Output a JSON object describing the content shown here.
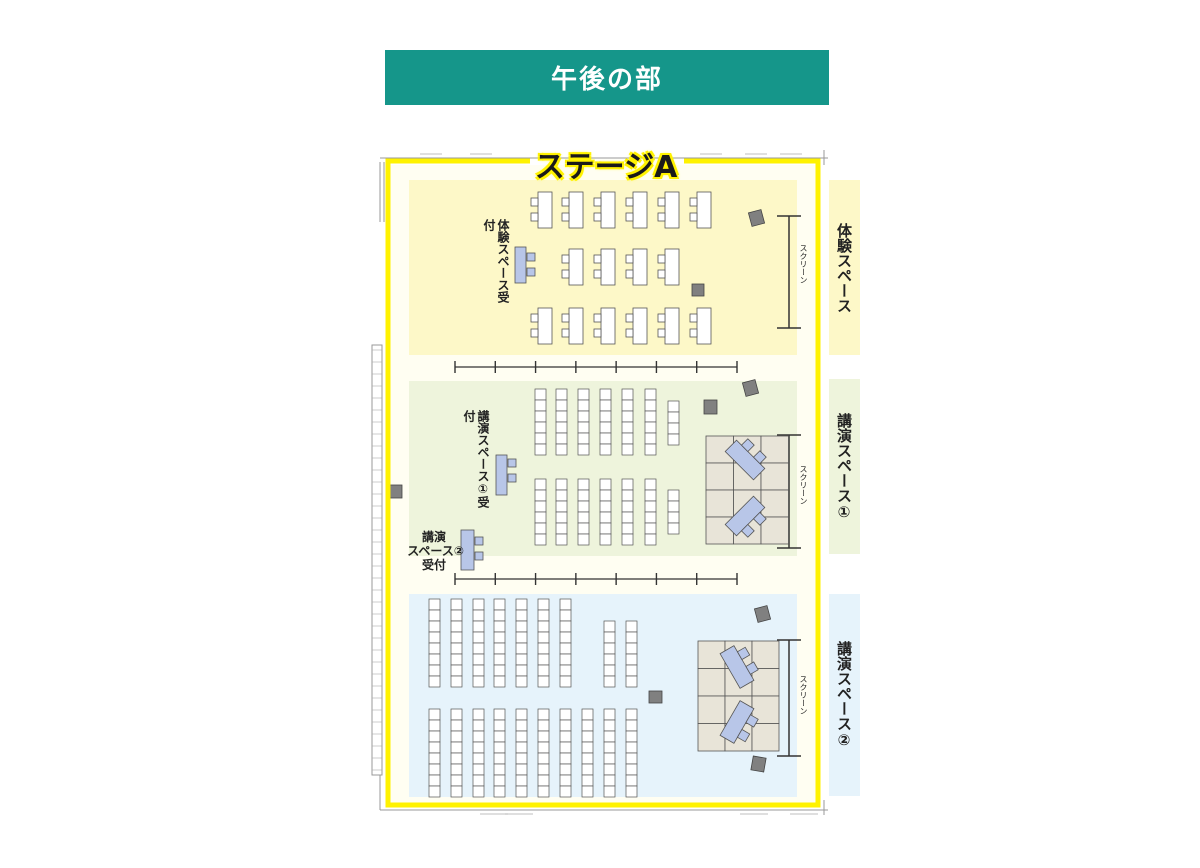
{
  "header": {
    "title": "午後の部"
  },
  "stage": {
    "name": "ステージA",
    "border_color": "#fff200"
  },
  "zones": [
    {
      "id": "experience",
      "label": "体験スペース",
      "color": "#fdf8c8"
    },
    {
      "id": "lecture1",
      "label": "講演スペース①",
      "color": "#eef4dc"
    },
    {
      "id": "lecture2",
      "label": "講演スペース②",
      "color": "#e6f3fb"
    }
  ],
  "receptions": {
    "experience": "体験スペース受付",
    "lecture1": "講演スペース①受付",
    "lecture2_line1": "講演",
    "lecture2_line2": "スペース②",
    "lecture2_line3": "受付"
  },
  "screen_label": "スクリーン",
  "colors": {
    "banner": "#15968a",
    "reception_desk": "#b8c6e8",
    "equipment": "#808080"
  }
}
